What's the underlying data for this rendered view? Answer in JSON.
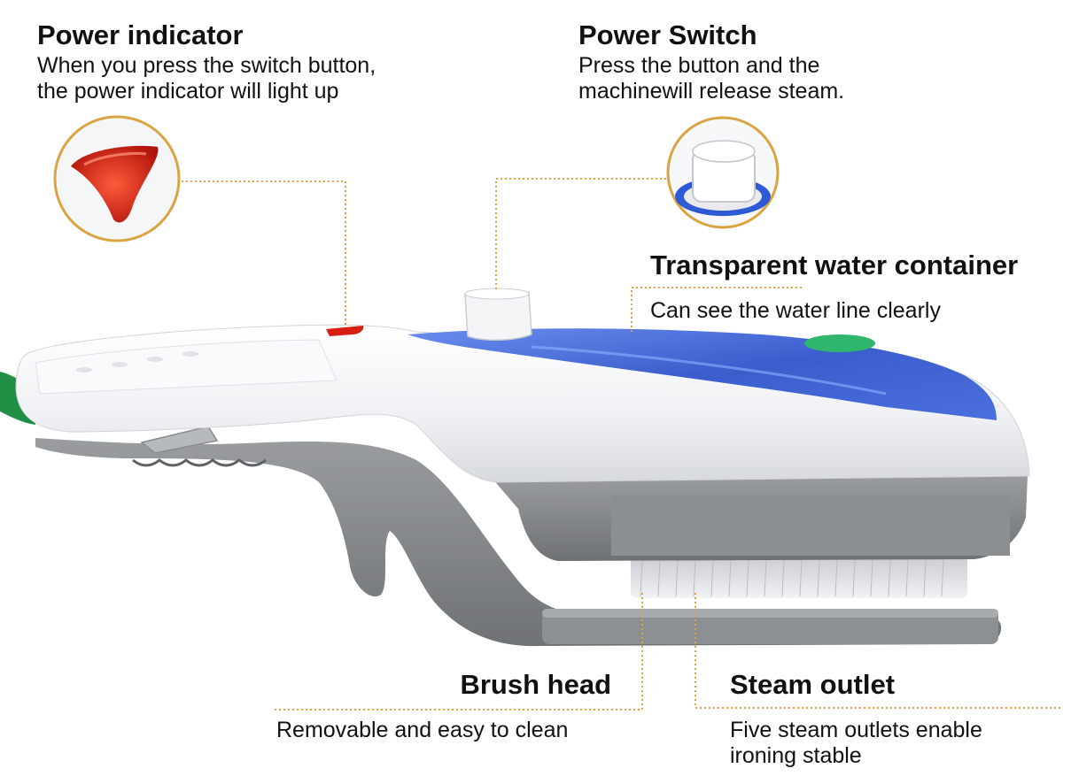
{
  "callouts": {
    "power_indicator": {
      "title": "Power indicator",
      "desc_line1": "When you press the switch button,",
      "desc_line2": "the power indicator will light up"
    },
    "power_switch": {
      "title": "Power Switch",
      "desc_line1": "Press the button and the",
      "desc_line2": "machinewill release steam."
    },
    "water_container": {
      "title": "Transparent water container",
      "desc_line1": "Can see the water line clearly"
    },
    "brush_head": {
      "title": "Brush head",
      "desc_line1": "Removable and easy to clean"
    },
    "steam_outlet": {
      "title": "Steam outlet",
      "desc_line1": "Five steam outlets enable",
      "desc_line2": "ironing stable"
    }
  },
  "colors": {
    "leader": "#d9a441",
    "body_white": "#f4f5f7",
    "tank_blue": "#2e5ad6",
    "base_gray": "#7b7e80",
    "indicator_red": "#d81e10",
    "cord_green": "#1f8f45",
    "button_green": "#2fb56c"
  }
}
